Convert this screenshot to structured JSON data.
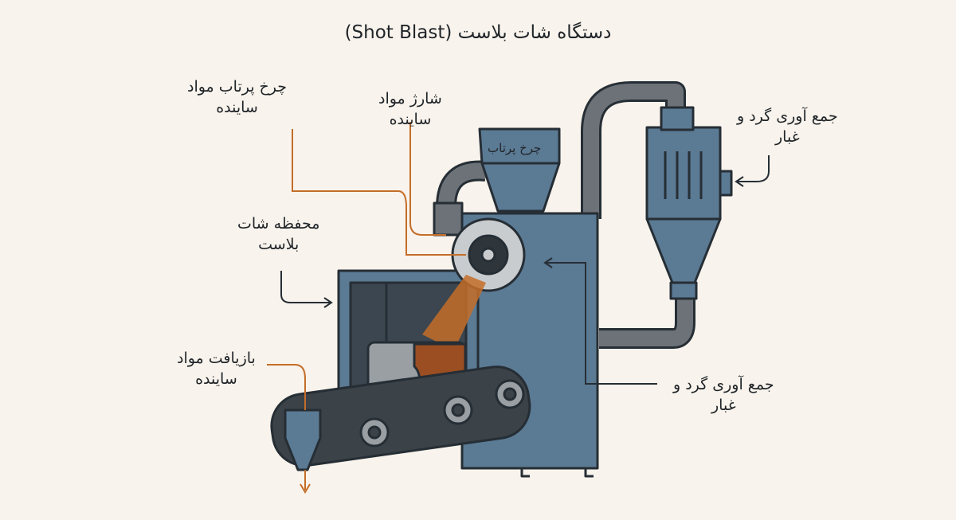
{
  "title": "دستگاه شات بلاست (Shot Blast)",
  "labels": {
    "wheel_label": [
      "چرخ پرتاب مواد",
      "ساینده"
    ],
    "charge_label": [
      "شارژ مواد",
      "ساینده"
    ],
    "hopper_text": "چرخ پرتاب",
    "chamber_label": [
      "محفظه شات",
      "بلاست"
    ],
    "recycle_label": [
      "بازیافت مواد",
      "ساینده"
    ],
    "dust_top_label": [
      "جمع آوری گرد و",
      "غبار"
    ],
    "dust_bottom_label": [
      "جمع آوری گرد و",
      "غبار"
    ]
  },
  "colors": {
    "background": "#f8f3ec",
    "machine": "#5b7a94",
    "outline": "#262e35",
    "accent": "#c46d28",
    "pipe": "#6c7277"
  }
}
